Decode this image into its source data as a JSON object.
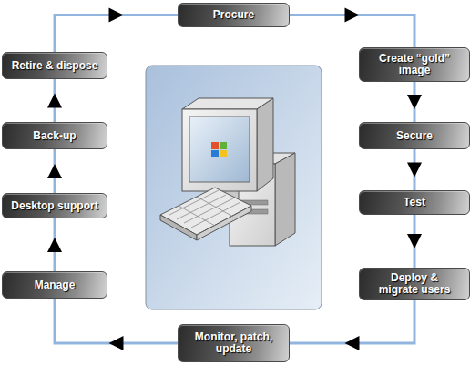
{
  "diagram": {
    "nodes": [
      {
        "text": [
          "Procure"
        ]
      },
      {
        "text": [
          "Create “gold” image"
        ]
      },
      {
        "text": [
          "Secure"
        ]
      },
      {
        "text": [
          "Test"
        ]
      },
      {
        "text": [
          "Deploy & migrate users"
        ]
      },
      {
        "text": [
          "Monitor, patch, update"
        ]
      },
      {
        "text": [
          "Manage"
        ]
      },
      {
        "text": [
          "Desktop support"
        ]
      },
      {
        "text": [
          "Back-up"
        ]
      },
      {
        "text": [
          "Retire & dispose"
        ]
      }
    ],
    "edges": [
      {
        "from": 0,
        "to": 1,
        "arrow": "to"
      },
      {
        "from": 1,
        "to": 2,
        "arrow": "to"
      },
      {
        "from": 2,
        "to": 3,
        "arrow": "to"
      },
      {
        "from": 3,
        "to": 4,
        "arrow": "to"
      },
      {
        "from": 4,
        "to": 5,
        "arrow": "to"
      },
      {
        "from": 5,
        "to": 6,
        "arrow": "to"
      },
      {
        "from": 6,
        "to": 7,
        "arrow": "to"
      },
      {
        "from": 7,
        "to": 8,
        "arrow": "to"
      },
      {
        "from": 8,
        "to": 9,
        "arrow": "to"
      },
      {
        "from": 9,
        "to": 0,
        "arrow": "to"
      }
    ]
  }
}
